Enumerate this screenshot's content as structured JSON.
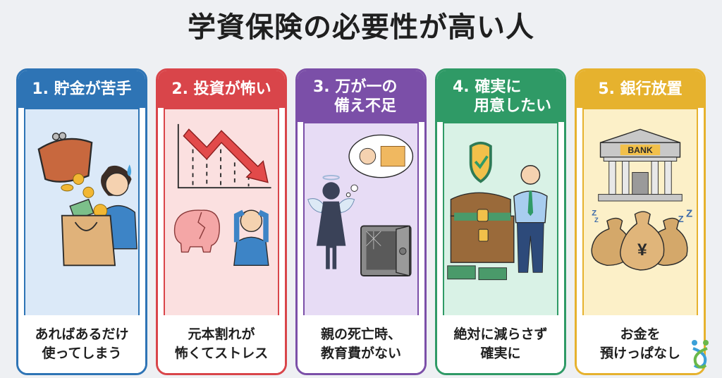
{
  "title": "学資保険の必要性が高い人",
  "colors": {
    "background": "#eef0f3",
    "blue": "#2e74b5",
    "red": "#d9454a",
    "purple": "#7b4fa8",
    "green": "#2f9a66",
    "yellow": "#e6b22e"
  },
  "cards": [
    {
      "header_lines": [
        "1. 貯金が苦手"
      ],
      "caption_lines": [
        "あればあるだけ",
        "使ってしまう"
      ],
      "illustration": "spending-person-with-purse-and-shopping-bag",
      "color": "#2e74b5",
      "bg": "#dbe9f8"
    },
    {
      "header_lines": [
        "2. 投資が怖い"
      ],
      "caption_lines": [
        "元本割れが",
        "怖くてストレス"
      ],
      "illustration": "falling-chart-broken-piggy-bank-worried-person",
      "color": "#d9454a",
      "bg": "#fbe0e0"
    },
    {
      "header_lines": [
        "3. 万が一の",
        "備え不足"
      ],
      "caption_lines": [
        "親の死亡時、",
        "教育費がない"
      ],
      "illustration": "angel-parent-empty-safe-crying-child",
      "color": "#7b4fa8",
      "bg": "#e7dcf5"
    },
    {
      "header_lines": [
        "4. 確実に",
        "用意したい"
      ],
      "caption_lines": [
        "絶対に減らさず",
        "確実に"
      ],
      "illustration": "treasure-chest-shield-businessman",
      "color": "#2f9a66",
      "bg": "#d9f2e6"
    },
    {
      "header_lines": [
        "5. 銀行放置"
      ],
      "caption_lines": [
        "お金を",
        "預けっぱなし"
      ],
      "illustration": "bank-sleeping-yen-money-bags",
      "color": "#e6b22e",
      "bg": "#fcf0c8",
      "bank_label": "BANK",
      "yen_symbol": "¥"
    }
  ]
}
